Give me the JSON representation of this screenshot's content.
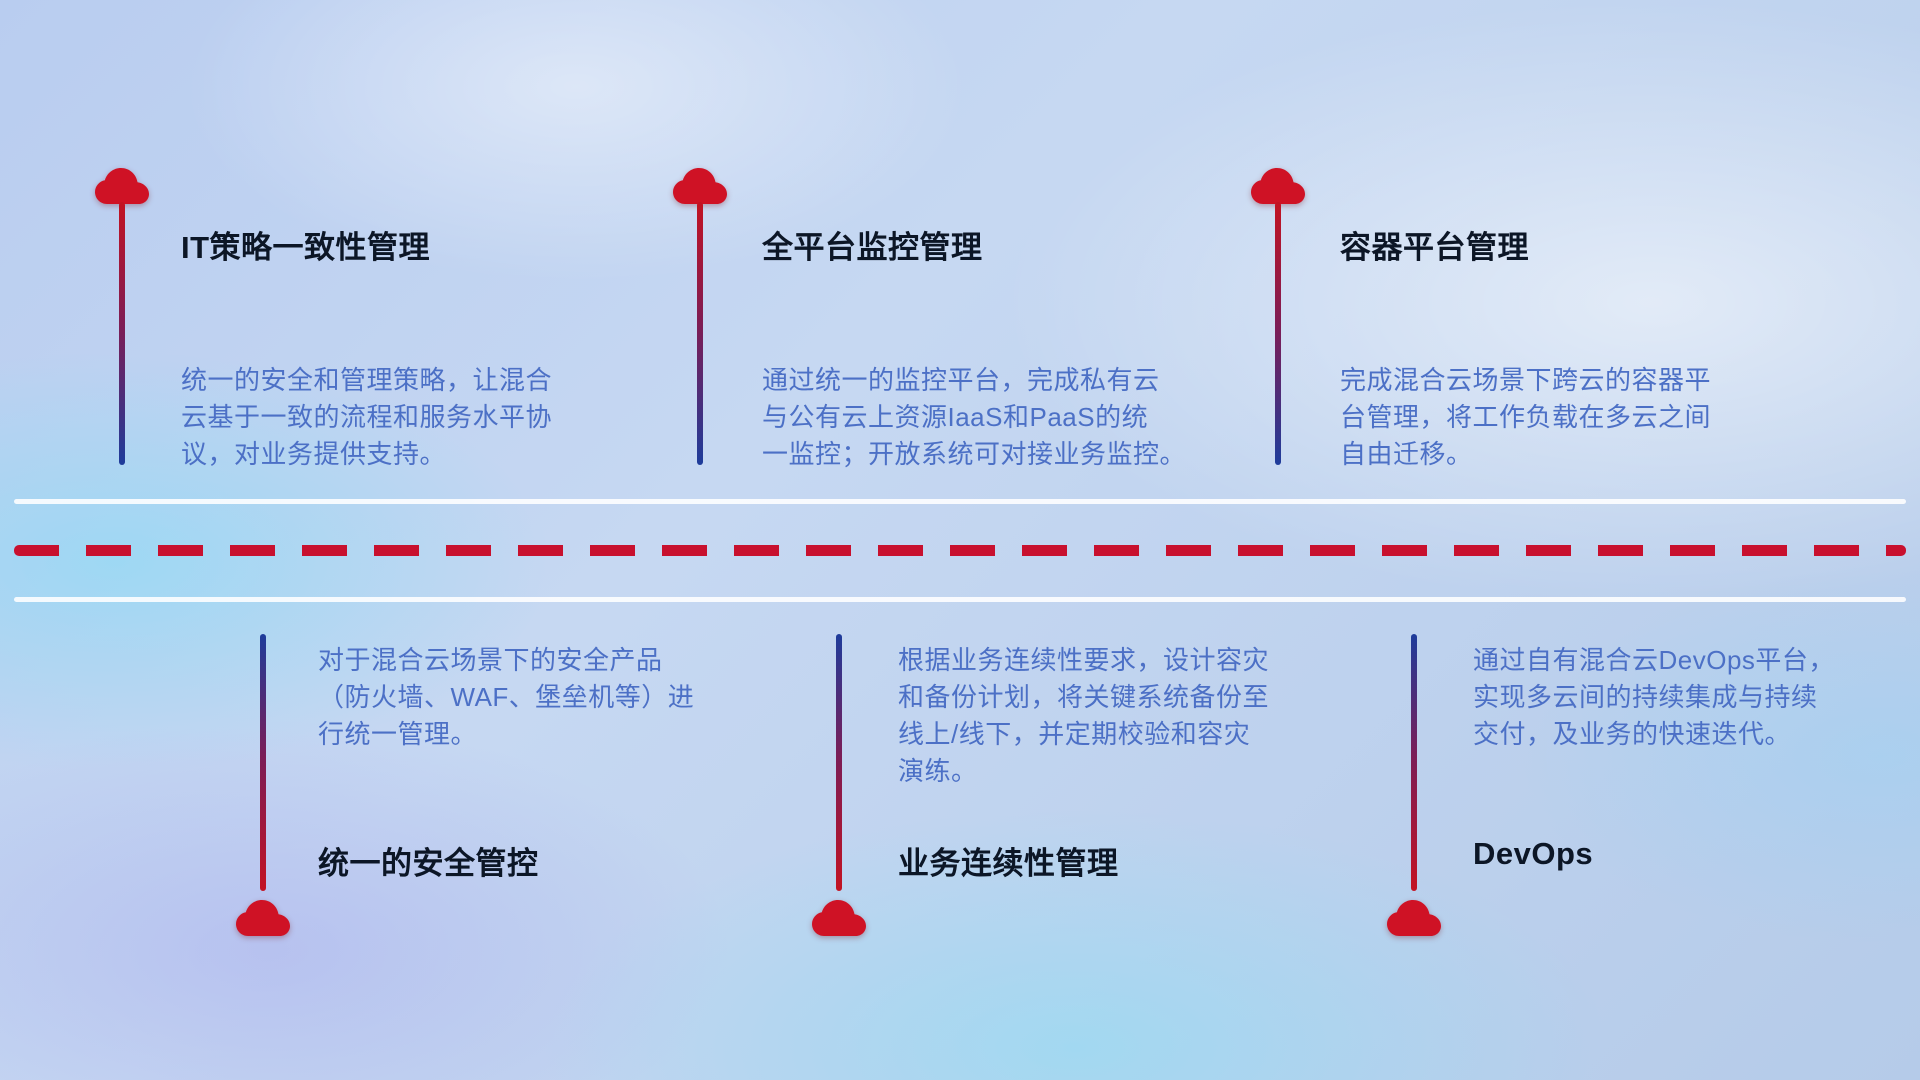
{
  "colors": {
    "accent_red": "#C8102E",
    "accent_blue": "#1E3C9B",
    "title_color": "#0C1626",
    "desc_color": "#4C70C6",
    "divider_white": "#FFFFFF"
  },
  "icons": {
    "marker": "cloud-icon"
  },
  "top_items": [
    {
      "title": "IT策略一致性管理",
      "desc": "统一的安全和管理策略，让混合\n云基于一致的流程和服务水平协\n议，对业务提供支持。"
    },
    {
      "title": "全平台监控管理",
      "desc": "通过统一的监控平台，完成私有云\n与公有云上资源IaaS和PaaS的统\n一监控；开放系统可对接业务监控。"
    },
    {
      "title": "容器平台管理",
      "desc": "完成混合云场景下跨云的容器平\n台管理，将工作负载在多云之间\n自由迁移。"
    }
  ],
  "bottom_items": [
    {
      "title": "统一的安全管控",
      "desc": "对于混合云场景下的安全产品\n（防火墙、WAF、堡垒机等）进\n行统一管理。"
    },
    {
      "title": "业务连续性管理",
      "desc": "根据业务连续性要求，设计容灾\n和备份计划，将关键系统备份至\n线上/线下，并定期校验和容灾\n演练。"
    },
    {
      "title": "DevOps",
      "desc": "通过自有混合云DevOps平台，\n实现多云间的持续集成与持续\n交付，及业务的快速迭代。"
    }
  ]
}
